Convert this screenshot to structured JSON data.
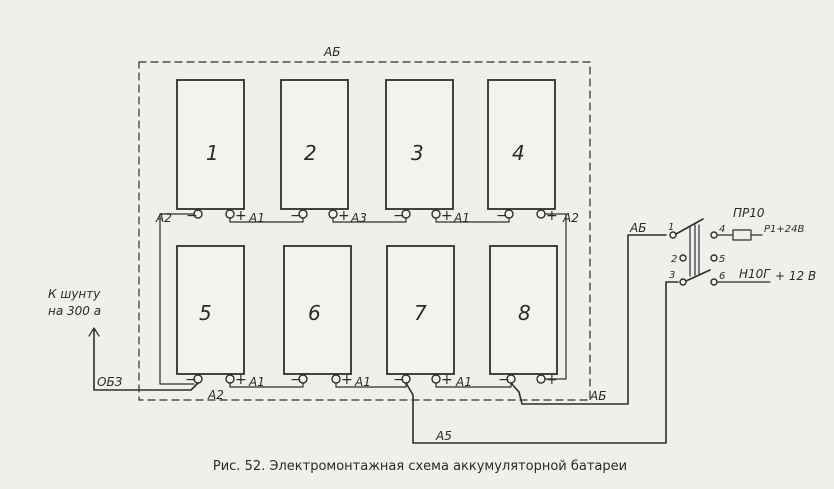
{
  "figure": {
    "caption": "Рис. 52. Электромонтажная схема аккумуляторной батареи"
  },
  "diagram": {
    "battery_label": "АБ",
    "cells": [
      "1",
      "2",
      "3",
      "4",
      "5",
      "6",
      "7",
      "8"
    ],
    "terminal_minus": "−",
    "terminal_plus": "+",
    "wire_labels": {
      "a2_left_top": "А2",
      "a1_top_1": "А1",
      "a3_top": "А3",
      "a1_top_3": "А1",
      "a2_right_top": "А2",
      "a1_bottom_5": "А1",
      "a2_bottom": "А2",
      "a1_bottom_6": "А1",
      "a1_bottom_7": "А1",
      "a5": "А5",
      "ab_bottom": "АБ",
      "ab_switch": "АБ",
      "obz": "ОБЗ"
    },
    "shunt_note": [
      "К шунту",
      "на 300 а"
    ],
    "switch": {
      "contacts": [
        "1",
        "2",
        "3",
        "4",
        "5",
        "6"
      ],
      "fuse": "ПР10",
      "out_24": "Р1+24В",
      "out_12_ref": "Н10Г",
      "out_12": "+ 12 В"
    }
  }
}
